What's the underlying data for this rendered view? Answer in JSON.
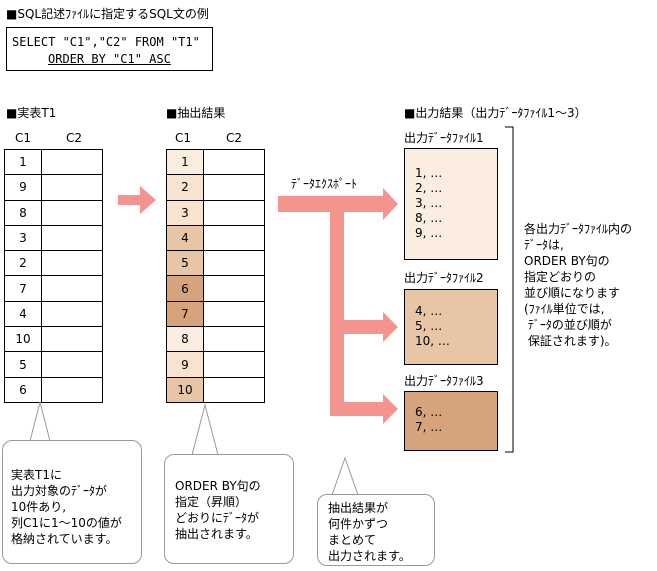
{
  "title": "■SQL記述ﾌｧｲﾙに指定するSQL文の例",
  "sql": {
    "line1": "SELECT \"C1\",\"C2\" FROM \"T1\"",
    "line2": "ORDER BY \"C1\" ASC"
  },
  "real_table": {
    "heading": "■実表T1",
    "col1": "C1",
    "col2": "C2",
    "rows": [
      "1",
      "9",
      "8",
      "3",
      "2",
      "7",
      "4",
      "10",
      "5",
      "6"
    ]
  },
  "extract": {
    "heading": "■抽出結果",
    "col1": "C1",
    "col2": "C2",
    "rows": [
      "1",
      "2",
      "3",
      "4",
      "5",
      "6",
      "7",
      "8",
      "9",
      "10"
    ],
    "row_colors": [
      "#fbeee0",
      "#f7e3cf",
      "#f7e3cf",
      "#e8c6a5",
      "#e8c6a5",
      "#d5a47c",
      "#d5a47c",
      "#fbeee0",
      "#f7e3cf",
      "#e8c6a5"
    ]
  },
  "export_label": "ﾃﾞｰﾀｴｸｽﾎﾟｰﾄ",
  "output": {
    "heading": "■出力結果（出力ﾃﾞｰﾀﾌｧｲﾙ1～3）",
    "files": [
      {
        "label": "出力ﾃﾞｰﾀﾌｧｲﾙ1",
        "content": "1, …\n2, …\n3, …\n8, …\n9, …",
        "color": "#fbeee0"
      },
      {
        "label": "出力ﾃﾞｰﾀﾌｧｲﾙ2",
        "content": "4, …\n5, …\n10, …",
        "color": "#e8c6a5"
      },
      {
        "label": "出力ﾃﾞｰﾀﾌｧｲﾙ3",
        "content": "6, …\n7, …",
        "color": "#d5a47c"
      }
    ]
  },
  "side_note": "各出力ﾃﾞｰﾀﾌｧｲﾙ内の\nﾃﾞｰﾀは,\nORDER BY句の\n指定どおりの\n並び順になります\n(ﾌｧｲﾙ単位では,\n ﾃﾞｰﾀの並び順が\n 保証されます)。",
  "callouts": {
    "real_table": "実表T1に\n出力対象のﾃﾞｰﾀが\n10件あり,\n列C1に1～10の値が\n格納されています。",
    "extract": "ORDER BY句の\n指定（昇順）\nどおりにﾃﾞｰﾀが\n抽出されます。",
    "output": "抽出結果が\n何件かずつ\nまとめて\n出力されます。"
  },
  "colors": {
    "arrow": "#f4948e",
    "callout_border": "#9a9a9a"
  }
}
